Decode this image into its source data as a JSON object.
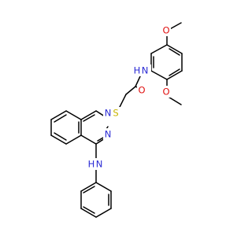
{
  "molecule": {
    "colors": {
      "bond": "#000000",
      "N": "#2a2ad4",
      "O": "#e01010",
      "S": "#c8b400",
      "C": "#000000"
    },
    "atoms": [
      {
        "id": "o_top",
        "text": "O",
        "element": "O"
      },
      {
        "id": "o_mid",
        "text": "O",
        "element": "O"
      },
      {
        "id": "o_amide",
        "text": "O",
        "element": "O"
      },
      {
        "id": "n_amide",
        "text": "N",
        "element": "N"
      },
      {
        "id": "h_amide",
        "text": "H",
        "element": "N"
      },
      {
        "id": "s",
        "text": "S",
        "element": "S"
      },
      {
        "id": "n1",
        "text": "N",
        "element": "N"
      },
      {
        "id": "n3",
        "text": "N",
        "element": "N"
      },
      {
        "id": "n_amine",
        "text": "N",
        "element": "N"
      },
      {
        "id": "h_amine",
        "text": "H",
        "element": "N"
      }
    ]
  }
}
